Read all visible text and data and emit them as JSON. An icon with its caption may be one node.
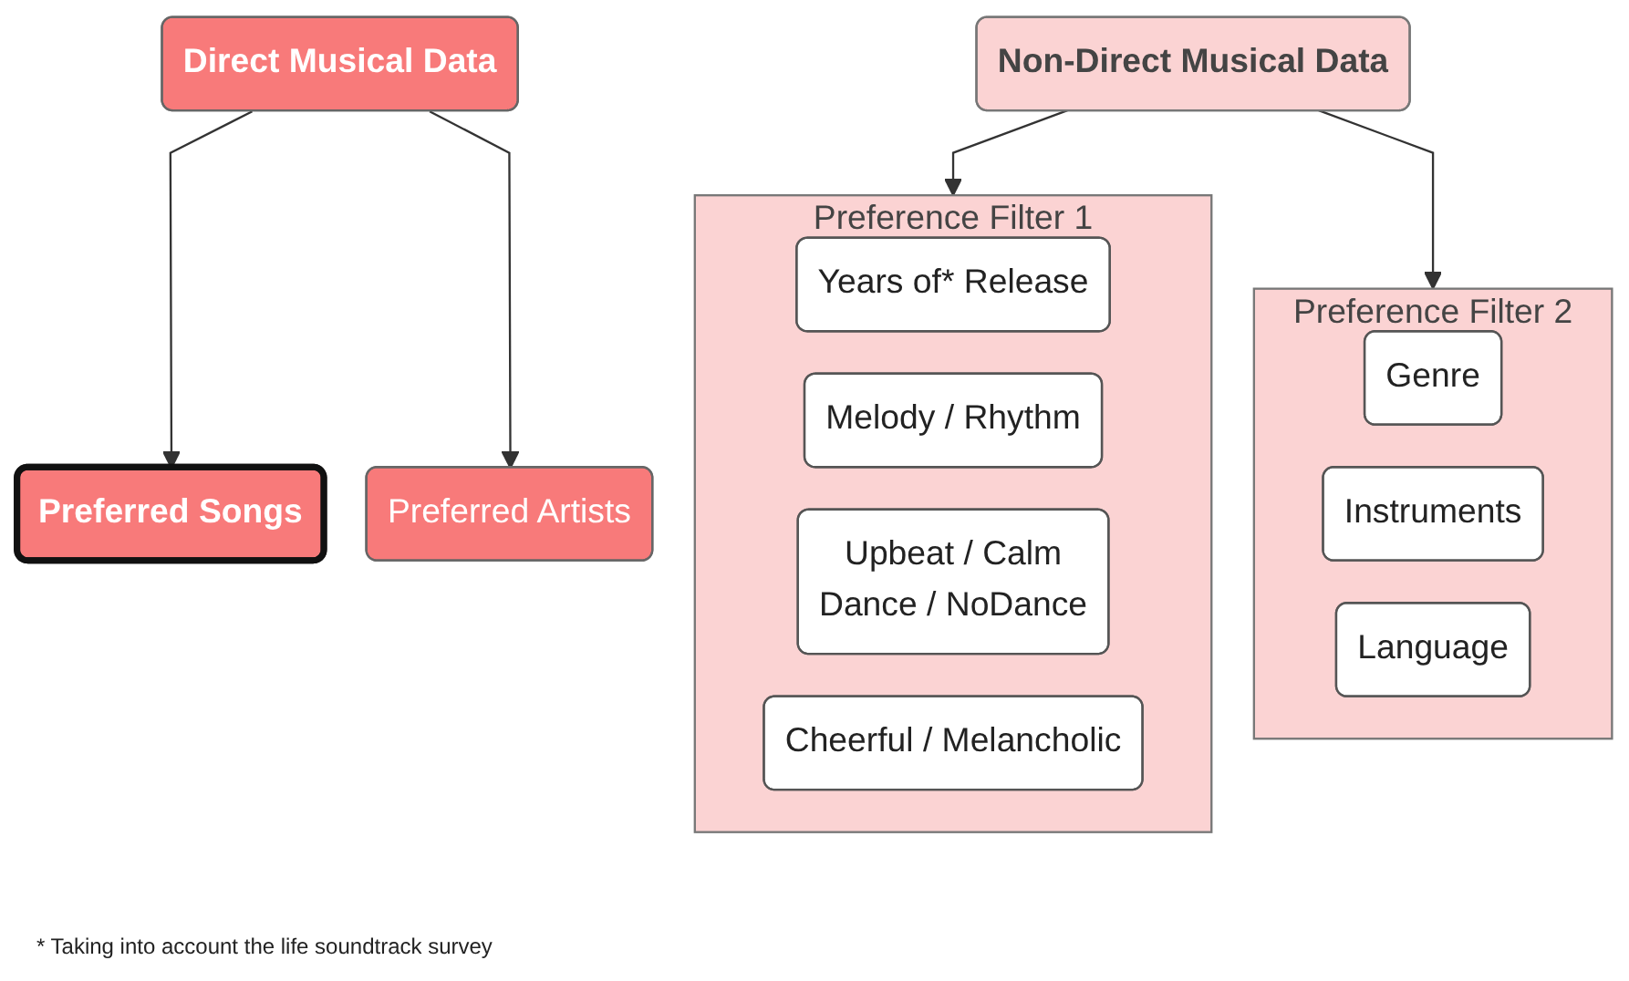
{
  "diagram": {
    "nodes": [
      {
        "text": [
          "Direct Musical Data"
        ]
      },
      {
        "text": [
          "Preferred Songs"
        ]
      },
      {
        "text": [
          "Preferred Artists"
        ]
      },
      {
        "text": [
          "Non-Direct Musical Data"
        ]
      },
      {
        "text": [
          "Preference Filter 1"
        ]
      },
      {
        "text": [
          "Years of* Release"
        ],
        "in": 4
      },
      {
        "text": [
          "Melody / Rhythm"
        ],
        "in": 4
      },
      {
        "text": [
          "Upbeat / Calm",
          "Dance / NoDance"
        ],
        "in": 4
      },
      {
        "text": [
          "Cheerful / Melancholic"
        ],
        "in": 4
      },
      {
        "text": [
          "Preference Filter 2"
        ]
      },
      {
        "text": [
          "Genre"
        ],
        "in": 9
      },
      {
        "text": [
          "Instruments"
        ],
        "in": 9
      },
      {
        "text": [
          "Language"
        ],
        "in": 9
      }
    ],
    "edges": [
      {
        "from": 0,
        "to": 1,
        "arrow": "to"
      },
      {
        "from": 0,
        "to": 2,
        "arrow": "to"
      },
      {
        "from": 3,
        "to": 4,
        "arrow": "to"
      },
      {
        "from": 3,
        "to": 9,
        "arrow": "to"
      }
    ],
    "labels": [
      "* Taking into account the life soundtrack survey"
    ]
  }
}
